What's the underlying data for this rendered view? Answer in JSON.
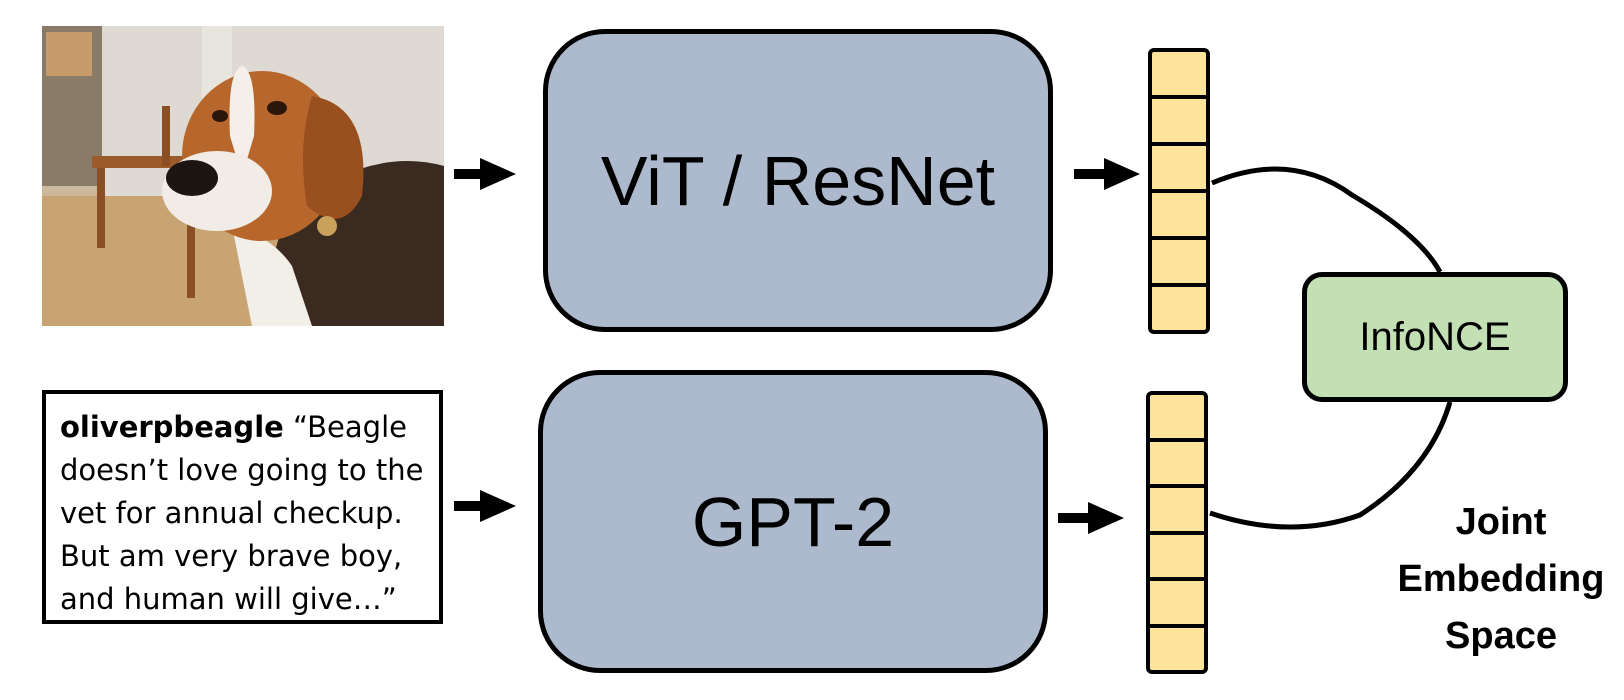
{
  "image_input": {
    "icon": "beagle-photo"
  },
  "caption": {
    "username": "oliverpbeagle",
    "lines": [
      "“Beagle",
      "doesn’t love going to the",
      "vet for annual checkup.",
      "But am very brave boy,",
      "and human will give…”"
    ]
  },
  "encoders": {
    "image": "ViT / ResNet",
    "text": "GPT-2"
  },
  "loss": "InfoNCE",
  "space_label": [
    "Joint",
    "Embedding",
    "Space"
  ],
  "colors": {
    "encoder_fill": "#adb9cc",
    "vector_fill": "#fde49a",
    "loss_fill": "#c3e0b4"
  }
}
